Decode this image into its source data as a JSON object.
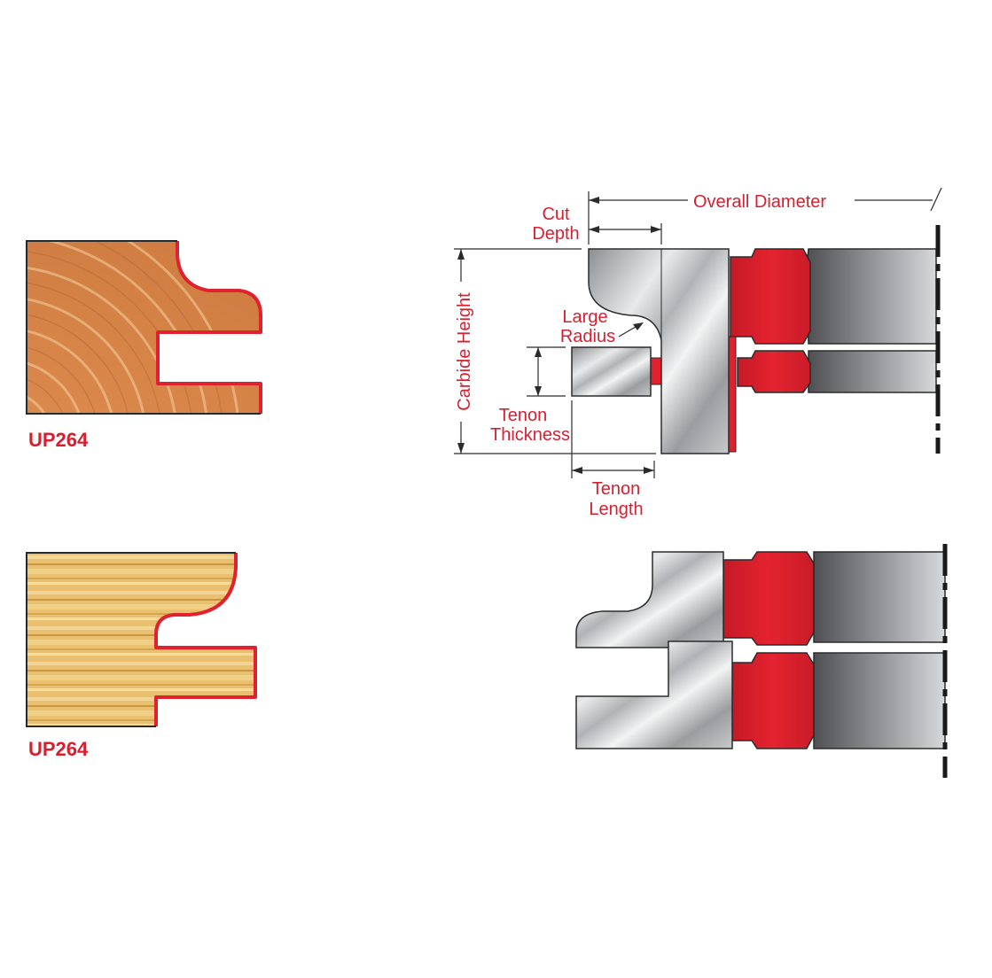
{
  "profiles": [
    {
      "code": "UP264"
    },
    {
      "code": "UP264"
    }
  ],
  "dimension_labels": {
    "overall_diameter": "Overall Diameter",
    "cut_depth_line1": "Cut",
    "cut_depth_line2": "Depth",
    "large_radius_line1": "Large",
    "large_radius_line2": "Radius",
    "carbide_height": "Carbide Height",
    "tenon_thickness_line1": "Tenon",
    "tenon_thickness_line2": "Thickness",
    "tenon_length_line1": "Tenon",
    "tenon_length_line2": "Length"
  },
  "colors": {
    "label_red": "#d71f2f",
    "body_red": "#e0222e",
    "steel_dark": "#6b6d70",
    "wood_endgrain": "#d98b4e",
    "wood_long": "#e6bd6a"
  }
}
